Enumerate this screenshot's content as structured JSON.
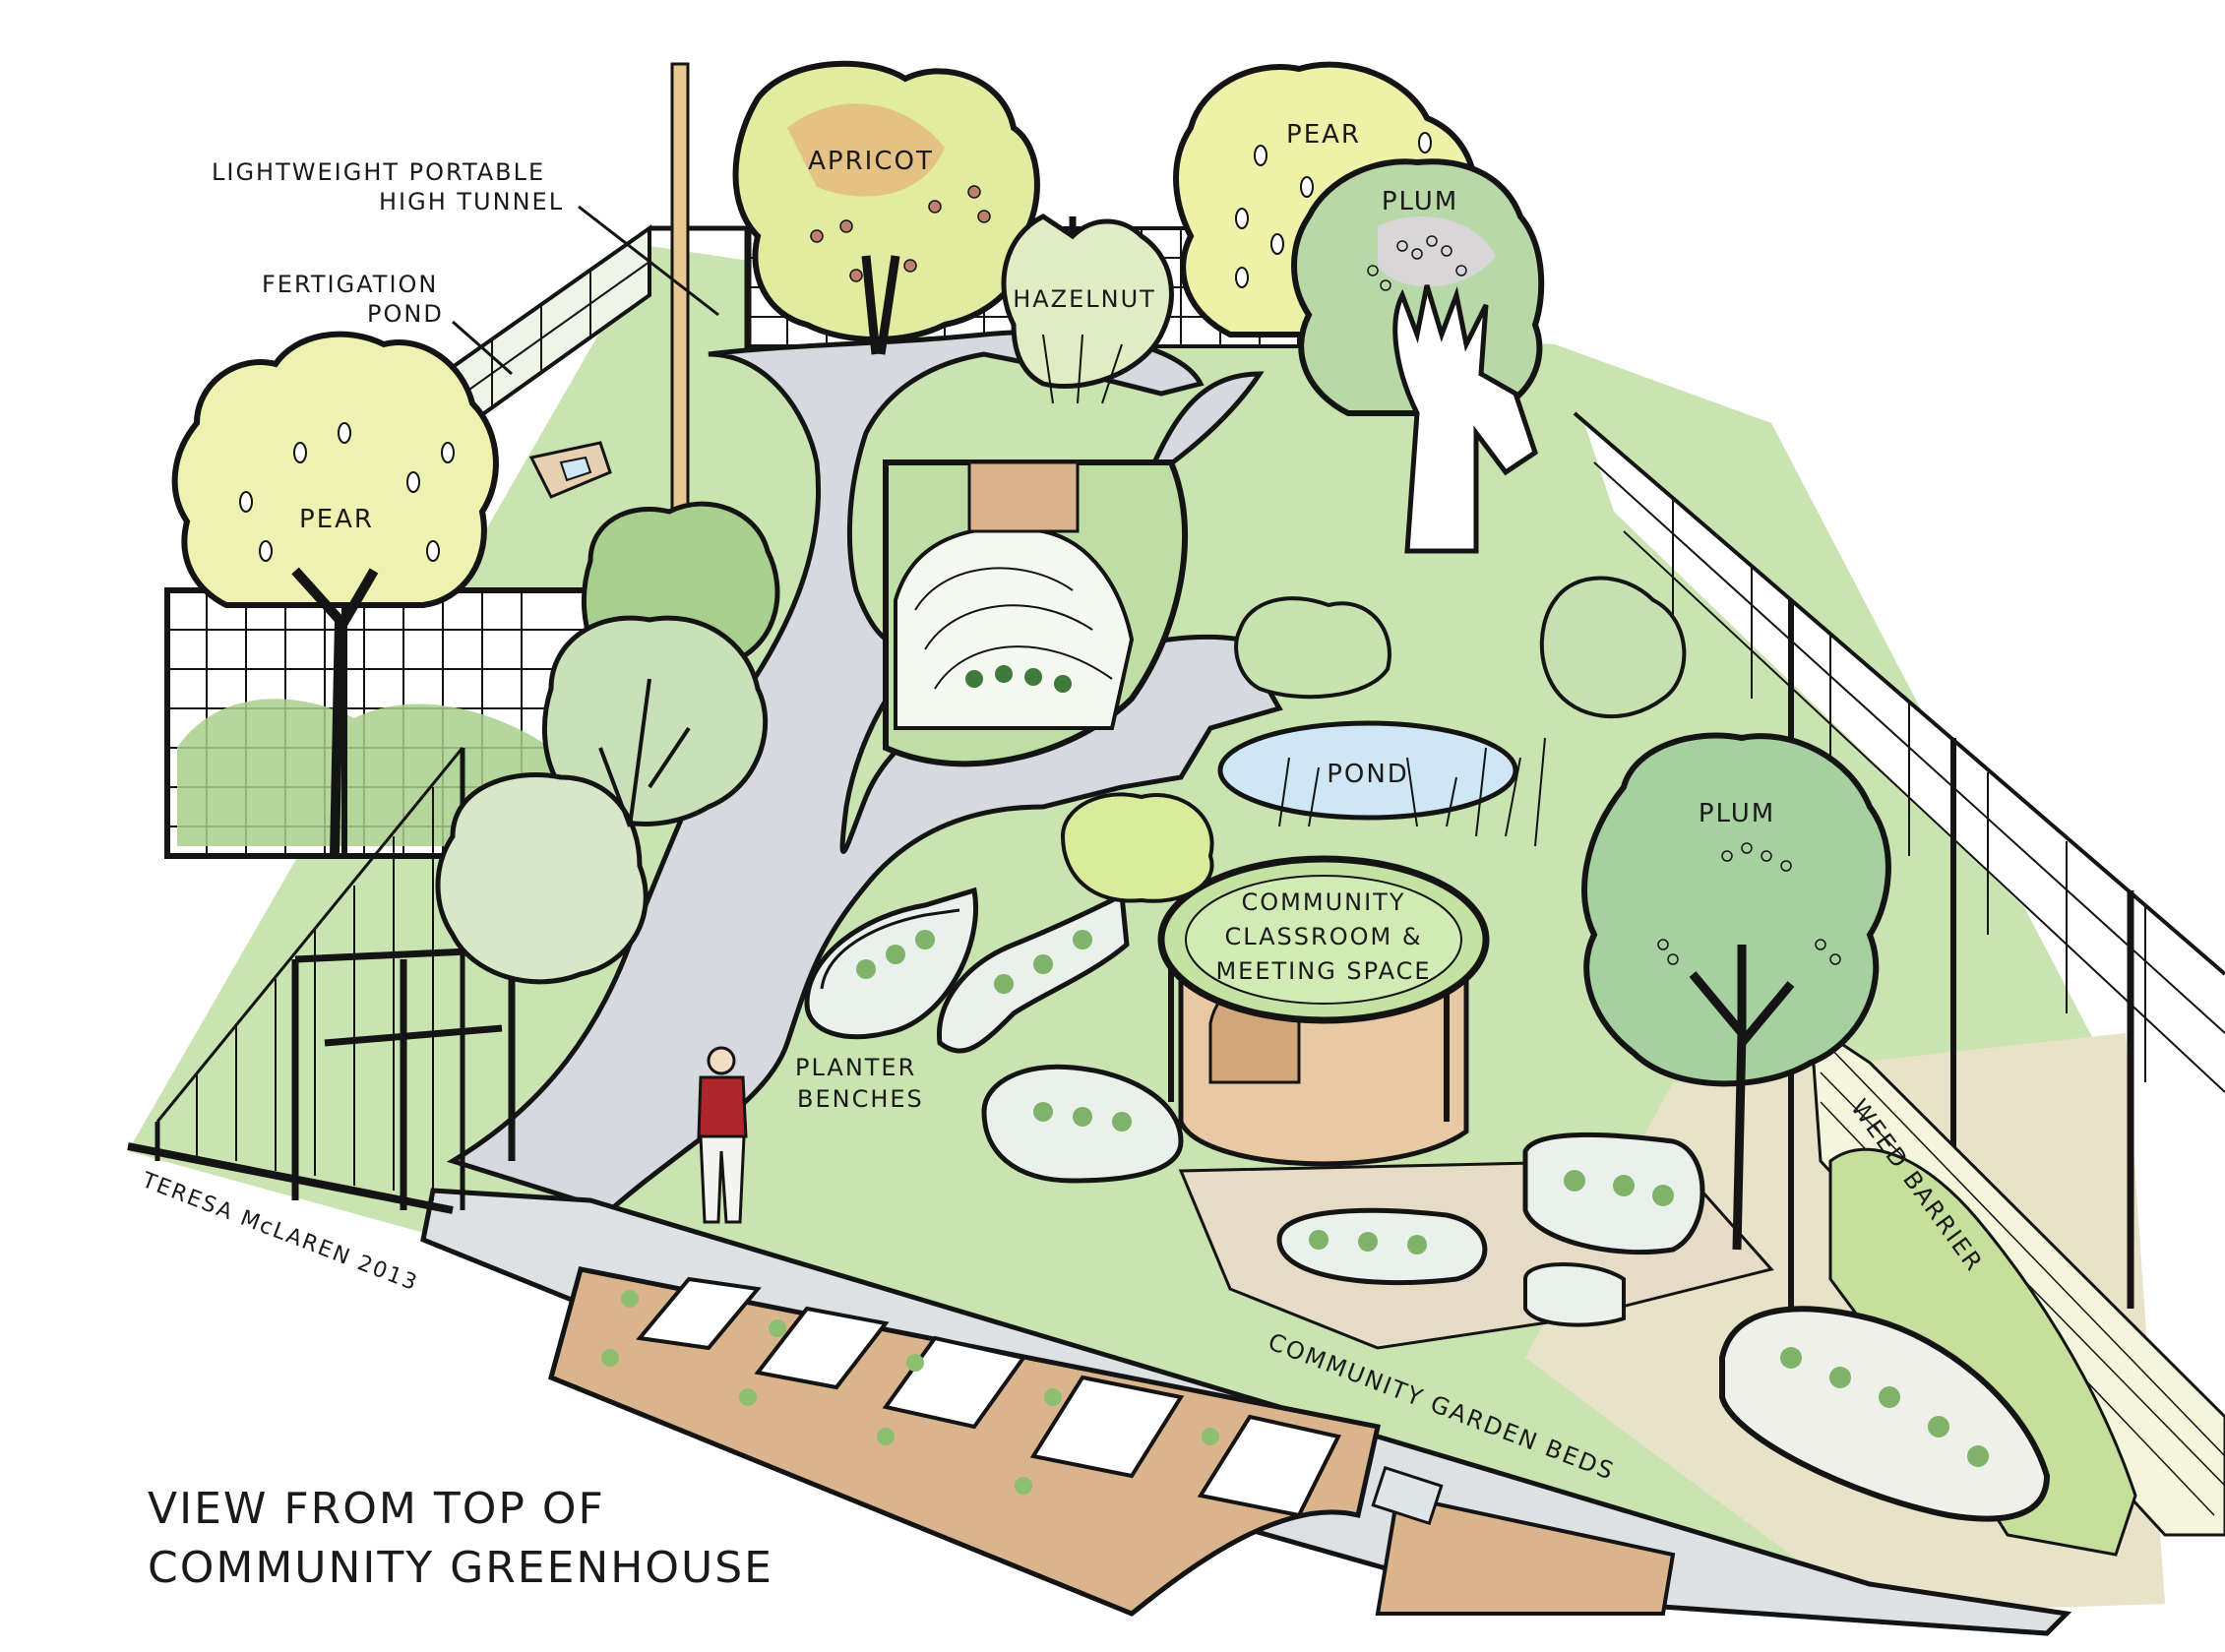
{
  "title": {
    "line1": "VIEW FROM TOP OF",
    "line2": "COMMUNITY GREENHOUSE"
  },
  "credit": "TERESA McLAREN 2013",
  "labels": {
    "high_tunnel_1": "LIGHTWEIGHT PORTABLE",
    "high_tunnel_2": "HIGH TUNNEL",
    "fertigation_1": "FERTIGATION",
    "fertigation_2": "POND",
    "apricot": "APRICOT",
    "hazelnut": "HAZELNUT",
    "pear_top": "PEAR",
    "plum_top": "PLUM",
    "pear_left": "PEAR",
    "pond": "POND",
    "plum_right": "PLUM",
    "classroom_1": "COMMUNITY",
    "classroom_2": "CLASSROOM &",
    "classroom_3": "MEETING SPACE",
    "planter_1": "PLANTER",
    "planter_2": "BENCHES",
    "weed_barrier": "WEED BARRIER",
    "garden_beds": "COMMUNITY GARDEN BEDS"
  },
  "colors": {
    "ink": "#141414",
    "paper": "#ffffff",
    "path": "#d9dde0",
    "grass": "#b9dca0",
    "grass_light": "#d8ecc0",
    "foliage": "#a9d08e",
    "foliage_dark": "#7fb36a",
    "foliage_yellow": "#e8f0a0",
    "apricot_blush": "#e6a070",
    "plum_mauve": "#e6d6ea",
    "pond_blue": "#cfe6f4",
    "soil": "#d9b48c",
    "building": "#e8c9a4",
    "shirt_red": "#b0262c"
  }
}
